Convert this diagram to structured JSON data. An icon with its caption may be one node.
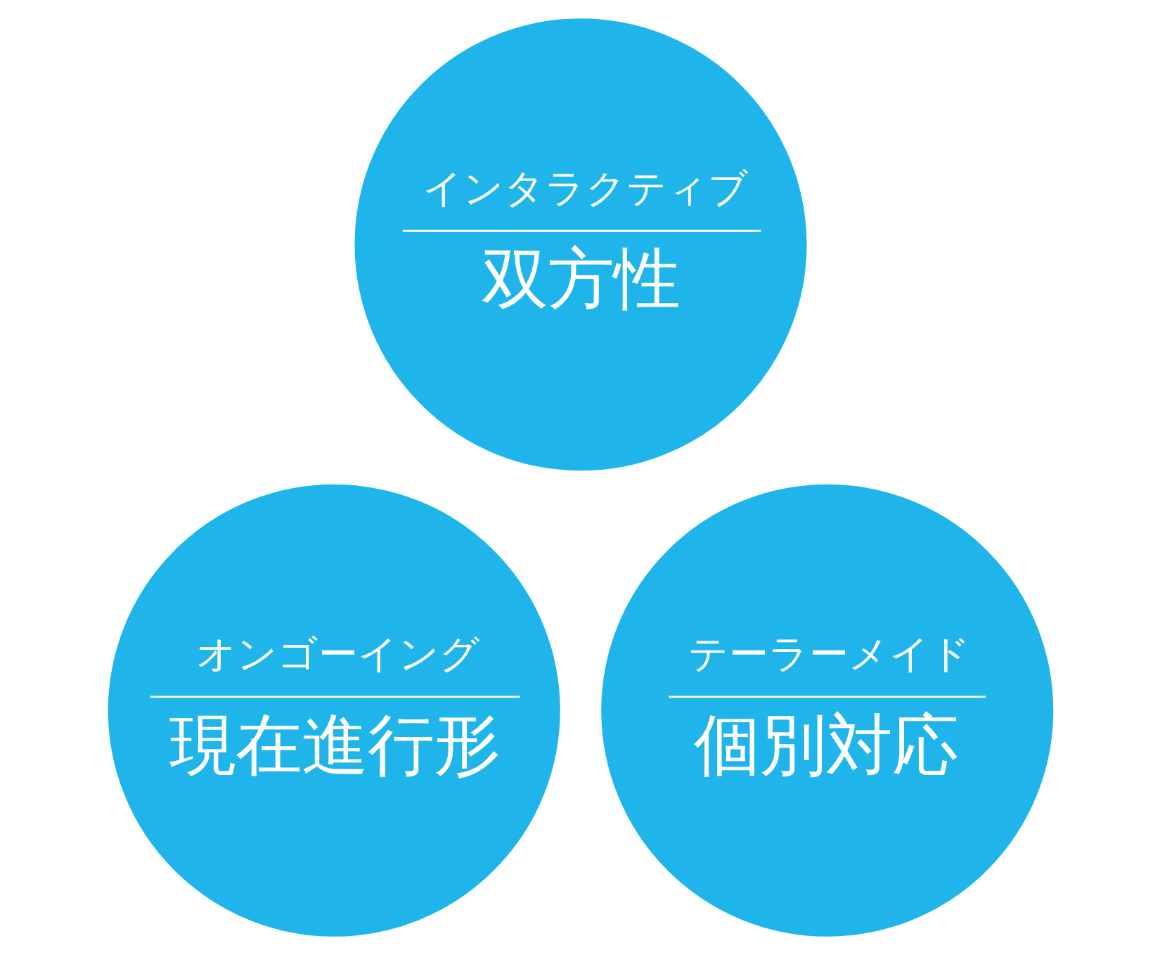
{
  "diagram": {
    "nodes": [
      {
        "text": [
          "インタラクティブ",
          "双方性"
        ]
      },
      {
        "text": [
          "オンゴーイング",
          "現在進行形"
        ]
      },
      {
        "text": [
          "テーラーメイド",
          "個別対応"
        ]
      }
    ]
  }
}
